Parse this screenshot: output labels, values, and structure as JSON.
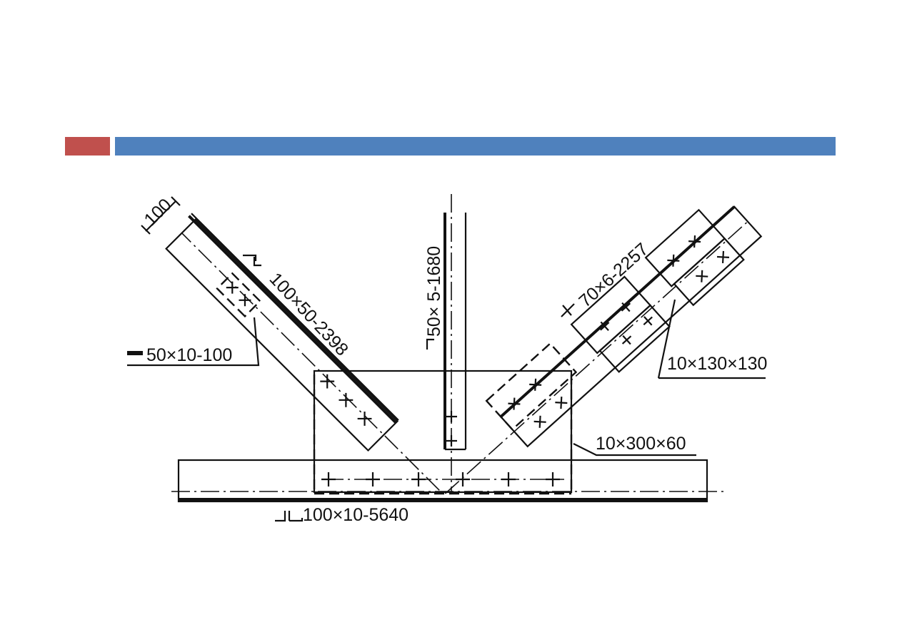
{
  "header": {
    "accent_color": "#C0504D",
    "bar_color": "#4F81BD"
  },
  "drawing": {
    "labels": {
      "dim_width": "100",
      "left_diagonal": "100×50-2398",
      "left_filler_plate": "50×10-100",
      "vertical": "50× 5-1680",
      "right_diagonal": "70×6-2257",
      "splice_plate": "10×130×130",
      "gusset_plate": "10×300×60",
      "bottom_chord": "100×10-5640"
    }
  }
}
